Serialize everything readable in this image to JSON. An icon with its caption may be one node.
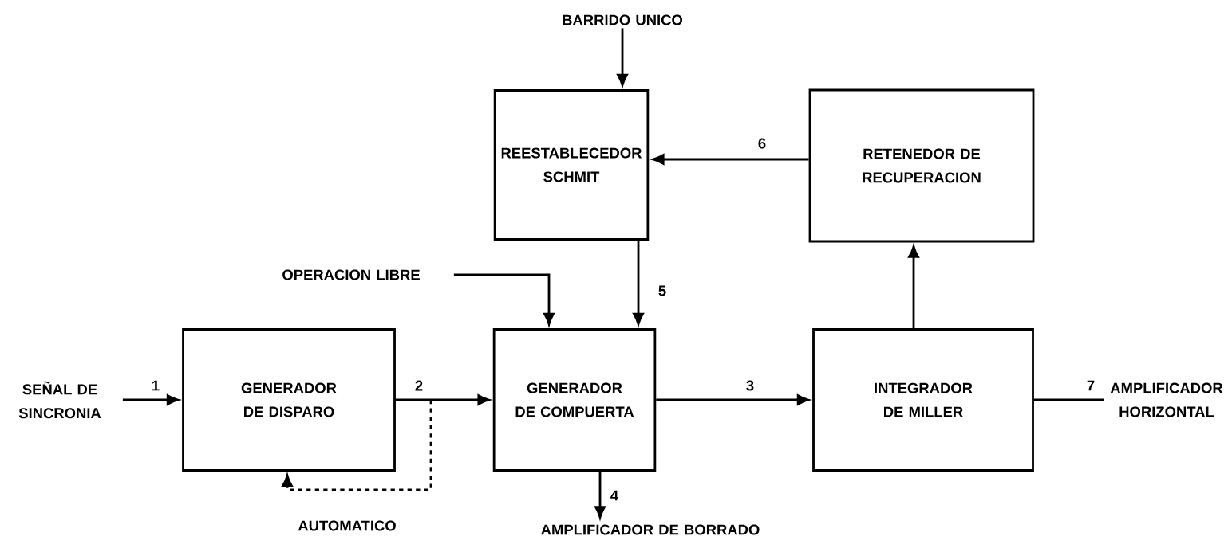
{
  "diagram": {
    "nodes": [
      {
        "text": [
          "GENERADOR DE DISPARO"
        ]
      },
      {
        "text": [
          "GENERADOR DE COMPUERTA"
        ]
      },
      {
        "text": [
          "INTEGRADOR DE MILLER"
        ]
      },
      {
        "text": [
          "REESTABLECEDOR SCHMIT"
        ]
      },
      {
        "text": [
          "RETENEDOR DE RECUPERACION"
        ]
      },
      {
        "text": [
          "SEÑAL DE SINCRONIA"
        ]
      },
      {
        "text": [
          "BARRIDO UNICO"
        ]
      },
      {
        "text": [
          "OPERACION LIBRE"
        ]
      },
      {
        "text": [
          "AMPLIFICADOR DE BORRADO"
        ]
      },
      {
        "text": [
          "AMPLIFICADOR HORIZONTAL"
        ]
      }
    ],
    "edges": [
      {
        "from": 5,
        "to": 0,
        "arrow": "to",
        "label": "1"
      },
      {
        "from": 0,
        "to": 1,
        "arrow": "to",
        "label": "2"
      },
      {
        "from": 1,
        "to": 2,
        "arrow": "to",
        "label": "3"
      },
      {
        "from": 1,
        "to": 8,
        "arrow": "to",
        "label": "4"
      },
      {
        "from": 3,
        "to": 1,
        "arrow": "to",
        "label": "5"
      },
      {
        "from": 4,
        "to": 3,
        "arrow": "to",
        "label": "6"
      },
      {
        "from": 2,
        "to": 4,
        "arrow": "to"
      },
      {
        "from": 2,
        "to": 9,
        "arrow": "none",
        "label": "7"
      },
      {
        "from": 6,
        "to": 3,
        "arrow": "to"
      },
      {
        "from": 7,
        "to": 1,
        "arrow": "to"
      },
      {
        "from": 0,
        "to": 0,
        "arrow": "to",
        "style": "dashed",
        "label": "AUTOMATICO"
      }
    ]
  }
}
